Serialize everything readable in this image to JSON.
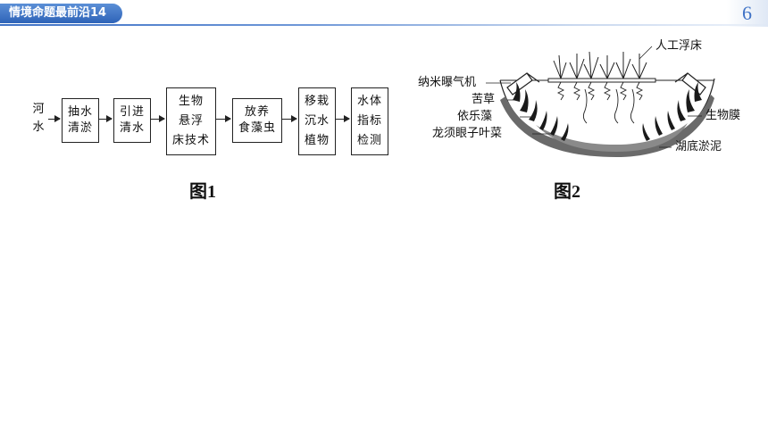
{
  "header": {
    "tag": "情境命题最前沿14",
    "page_number": "6"
  },
  "figure1": {
    "caption": "图1",
    "source": [
      "河",
      "水"
    ],
    "steps": [
      [
        "抽水",
        "清淤"
      ],
      [
        "引进",
        "清水"
      ],
      [
        "生物",
        "悬浮",
        "床技术"
      ],
      [
        "放养",
        "食藻虫"
      ],
      [
        "移栽",
        "沉水",
        "植物"
      ],
      [
        "水体",
        "指标",
        "检测"
      ]
    ]
  },
  "figure2": {
    "caption": "图2",
    "labels": {
      "floating_bed": "人工浮床",
      "aerator": "纳米曝气机",
      "eelgrass": "苦草",
      "elodea": "依乐藻",
      "pondweed": "龙须眼子叶菜",
      "biofilm": "生物膜",
      "sediment": "湖底淤泥"
    },
    "colors": {
      "sediment": "#6a6a6a",
      "plants": "#1a1a1a"
    }
  }
}
